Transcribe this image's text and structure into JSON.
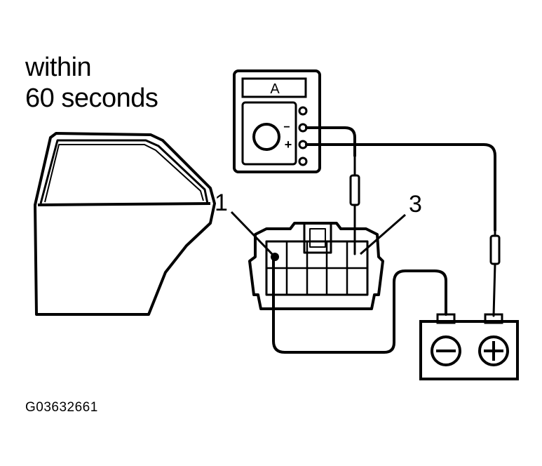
{
  "note": {
    "line1": "within",
    "line2": "60 seconds"
  },
  "meter": {
    "display": "A",
    "minus": "−",
    "plus": "+"
  },
  "callouts": {
    "c1": "1",
    "c3": "3"
  },
  "battery": {
    "neg_symbol": "−",
    "pos_symbol": "+"
  },
  "figure_id": "G03632661",
  "colors": {
    "ink": "#000000",
    "paper": "#ffffff"
  }
}
